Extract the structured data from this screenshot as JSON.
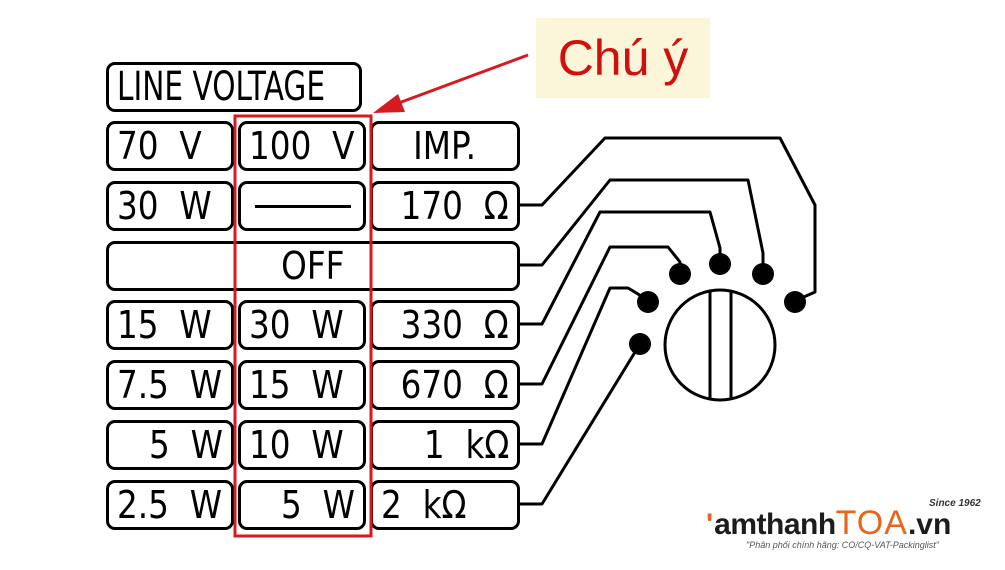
{
  "label_panel": {
    "title": "LINE VOLTAGE",
    "header_70v": "70  V",
    "header_100v": "100  V",
    "header_imp": "IMP.",
    "rows": [
      {
        "w70": "30  W",
        "w100": "",
        "imp": "170  Ω"
      },
      {
        "off": "OFF"
      },
      {
        "w70": "15  W",
        "w100": "30  W",
        "imp": "330  Ω"
      },
      {
        "w70": "7.5  W",
        "w100": "15  W",
        "imp": "670  Ω"
      },
      {
        "w70": "5  W",
        "w100": "10  W",
        "imp": "1  kΩ"
      },
      {
        "w70": "2.5  W",
        "w100": "5  W",
        "imp": "2  kΩ"
      }
    ]
  },
  "annotation": {
    "note_text": "Chú ý",
    "highlight_color": "#d71920",
    "note_bg": "#fbf6d9"
  },
  "brand": {
    "logo_part1": "amthanh",
    "logo_part2": "TOA",
    "logo_part3": ".vn",
    "since": "Since 1962",
    "tagline": "\"Phân phối chính hãng: CO/CQ-VAT-Packinglist\"",
    "accent_color": "#e8651a"
  },
  "selector_icon": "rotary-switch-icon"
}
